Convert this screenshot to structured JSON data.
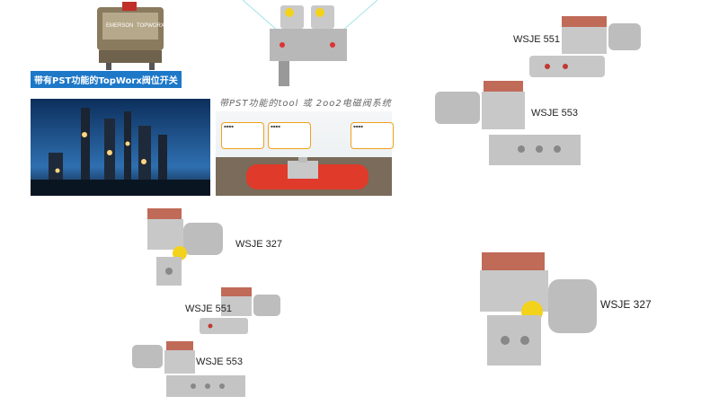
{
  "products": [
    {
      "key": "wsje551_top",
      "label": "WSJE 551"
    },
    {
      "key": "wsje553_top",
      "label": "WSJE 553"
    },
    {
      "key": "wsje327_mid",
      "label": "WSJE 327"
    },
    {
      "key": "wsje551_small",
      "label": "WSJE 551"
    },
    {
      "key": "wsje553_small",
      "label": "WSJE 553"
    },
    {
      "key": "wsje327_large",
      "label": "WSJE 327"
    }
  ],
  "topworx": {
    "caption": "带有PST功能的TopWorx阀位开关",
    "brand_left": "EMERSON",
    "brand_right": "TOPWORX"
  },
  "pst_panel": {
    "title": "带PST功能的tool 或 2oo2电磁阀系统"
  },
  "colors": {
    "accent": "#1e78c8",
    "actuator": "#e03a2a",
    "valve": "#c8c8c8",
    "cap": "#c06a58",
    "yellow": "#f3d21c"
  }
}
